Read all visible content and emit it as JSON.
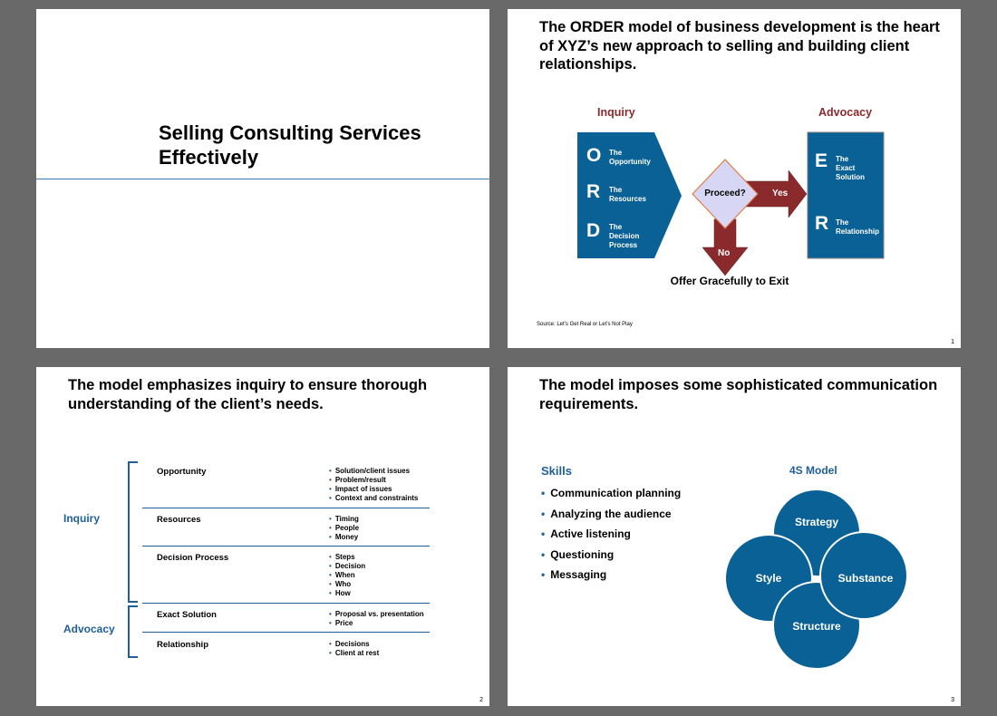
{
  "slides": [
    {
      "title": "Selling Consulting Services Effectively"
    },
    {
      "title": "The ORDER model of business development is the heart of XYZ’s new approach to selling and building client relationships.",
      "inquiry_label": "Inquiry",
      "advocacy_label": "Advocacy",
      "left_items": [
        {
          "letter": "O",
          "text": [
            "The",
            "Opportunity"
          ]
        },
        {
          "letter": "R",
          "text": [
            "The",
            "Resources"
          ]
        },
        {
          "letter": "D",
          "text": [
            "The",
            "Decision",
            "Process"
          ]
        }
      ],
      "right_items": [
        {
          "letter": "E",
          "text": [
            "The",
            "Exact",
            "Solution"
          ]
        },
        {
          "letter": "R",
          "text": [
            "The",
            "Relationship"
          ]
        }
      ],
      "decision": "Proceed?",
      "yes": "Yes",
      "no": "No",
      "exit": "Offer Gracefully to Exit",
      "source": "Source: Let’s Get Real or Let’s Not Play",
      "page": "1",
      "colors": {
        "navy": "#0a6196",
        "red": "#8b2a2d",
        "diamond": "#d7d7f5",
        "diamond_border": "#e07030"
      }
    },
    {
      "title": "The model emphasizes inquiry to ensure thorough understanding of the client’s needs.",
      "groups": [
        "Inquiry",
        "Advocacy"
      ],
      "rows": [
        {
          "label": "Opportunity",
          "bullets": [
            "Solution/client issues",
            "Problem/result",
            "Impact of issues",
            "Context and constraints"
          ]
        },
        {
          "label": "Resources",
          "bullets": [
            "Timing",
            "People",
            "Money"
          ]
        },
        {
          "label": "Decision Process",
          "bullets": [
            "Steps",
            "Decision",
            "When",
            "Who",
            "How"
          ]
        },
        {
          "label": "Exact Solution",
          "bullets": [
            "Proposal vs. presentation",
            "Price"
          ]
        },
        {
          "label": "Relationship",
          "bullets": [
            "Decisions",
            "Client at rest"
          ]
        }
      ],
      "page": "2"
    },
    {
      "title": "The model imposes some sophisticated communication requirements.",
      "skills_heading": "Skills",
      "skills": [
        "Communication planning",
        "Analyzing the audience",
        "Active listening",
        "Questioning",
        "Messaging"
      ],
      "model_heading": "4S Model",
      "circles": [
        "Strategy",
        "Style",
        "Substance",
        "Structure"
      ],
      "page": "3",
      "colors": {
        "circle": "#0a6196"
      }
    }
  ]
}
